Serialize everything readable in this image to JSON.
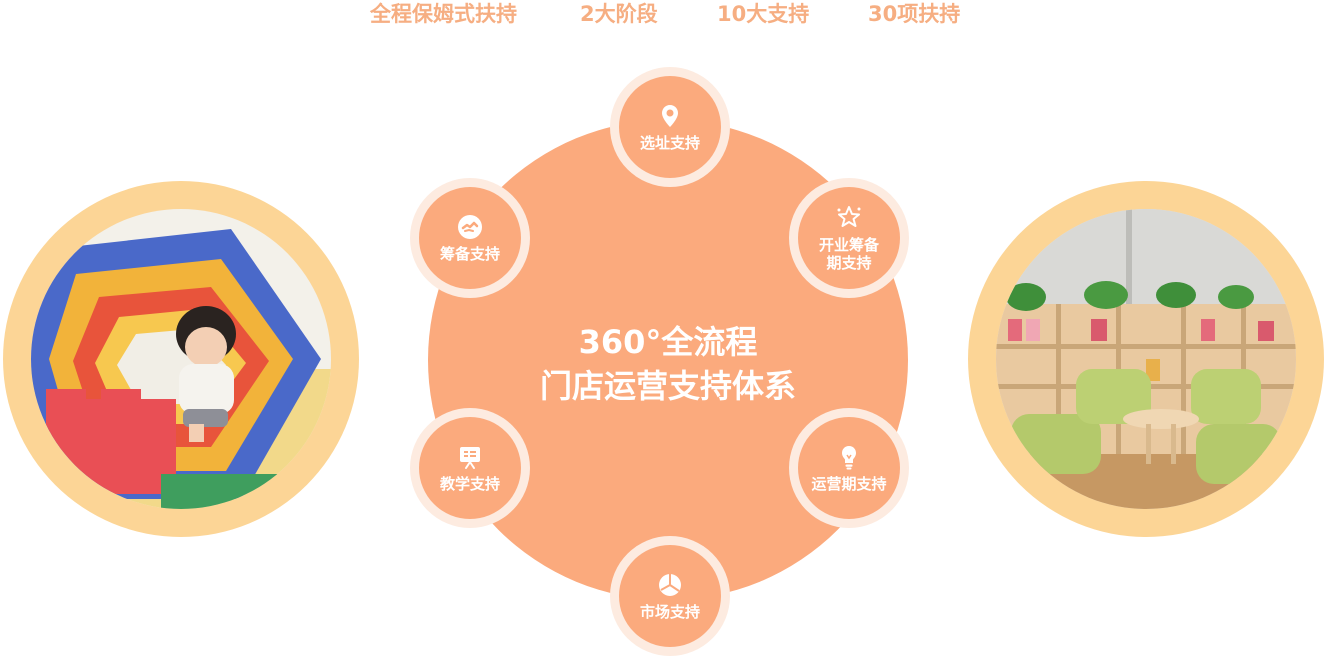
{
  "tagline": {
    "items": [
      "全程保姆式扶持",
      "2大阶段",
      "10大支持",
      "30项扶持"
    ]
  },
  "core": {
    "line1": "360°全流程",
    "line2": "门店运营支持体系"
  },
  "nodes": {
    "site": {
      "label": "选址支持",
      "icon": "location-pin-icon"
    },
    "prep": {
      "label": "筹备支持",
      "icon": "handshake-icon"
    },
    "opening": {
      "label_line1": "开业筹备",
      "label_line2": "期支持",
      "icon": "stars-icon"
    },
    "teaching": {
      "label": "教学支持",
      "icon": "presentation-board-icon"
    },
    "operation": {
      "label": "运营期支持",
      "icon": "lightbulb-icon"
    },
    "market": {
      "label": "市场支持",
      "icon": "pie-chart-icon"
    }
  },
  "colors": {
    "accent": "#fbaa7d",
    "tagline": "#f6ae82",
    "ring_light": "#fdebe0",
    "photo_ring": "#fcd596"
  }
}
